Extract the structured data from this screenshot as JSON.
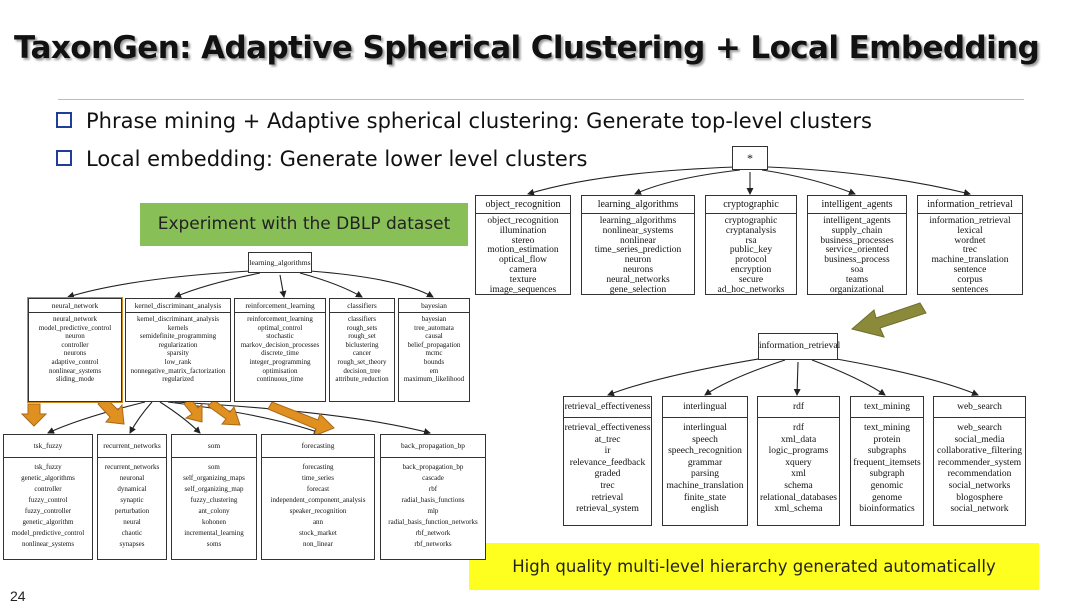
{
  "slide": {
    "title": "TaxonGen: Adaptive Spherical Clustering + Local Embedding",
    "bullets": [
      "Phrase mining + Adaptive spherical clustering: Generate top-level clusters",
      "Local embedding: Generate lower level clusters"
    ],
    "green_note": "Experiment with the DBLP dataset",
    "yellow_note": "High quality multi-level hierarchy generated automatically",
    "page_number": "24"
  },
  "colors": {
    "bullet_square": "#1f3d99",
    "green_banner": "#88c057",
    "yellow_banner": "#ffff1f",
    "arrow_orange": "#e0901f",
    "arrow_olive": "#8a8a3a"
  },
  "top_tree": {
    "root": "*",
    "children": [
      {
        "name": "object_recognition",
        "items": [
          "object_recognition",
          "illumination",
          "stereo",
          "motion_estimation",
          "optical_flow",
          "camera",
          "texture",
          "image_sequences"
        ]
      },
      {
        "name": "learning_algorithms",
        "items": [
          "learning_algorithms",
          "nonlinear_systems",
          "nonlinear",
          "time_series_prediction",
          "neuron",
          "neurons",
          "neural_networks",
          "gene_selection"
        ]
      },
      {
        "name": "cryptographic",
        "items": [
          "cryptographic",
          "cryptanalysis",
          "rsa",
          "public_key",
          "protocol",
          "encryption",
          "secure",
          "ad_hoc_networks"
        ]
      },
      {
        "name": "intelligent_agents",
        "items": [
          "intelligent_agents",
          "supply_chain",
          "business_processes",
          "service_oriented",
          "business_process",
          "soa",
          "teams",
          "organizational"
        ]
      },
      {
        "name": "information_retrieval",
        "items": [
          "information_retrieval",
          "lexical",
          "wordnet",
          "trec",
          "machine_translation",
          "sentence",
          "corpus",
          "sentences"
        ]
      }
    ]
  },
  "la_tree": {
    "root": "learning_algorithms",
    "children": [
      {
        "name": "neural_network",
        "items": [
          "neural_network",
          "model_predictive_control",
          "neuron",
          "controller",
          "neurons",
          "adaptive_control",
          "nonlinear_systems",
          "sliding_mode"
        ]
      },
      {
        "name": "kernel_discriminant_analysis",
        "items": [
          "kernel_discriminant_analysis",
          "kernels",
          "semidefinite_programming",
          "regularization",
          "sparsity",
          "low_rank",
          "nonnegative_matrix_factorization",
          "regularized"
        ]
      },
      {
        "name": "reinforcement_learning",
        "items": [
          "reinforcement_learning",
          "optimal_control",
          "stochastic",
          "markov_decision_processes",
          "discrete_time",
          "integer_programming",
          "optimisation",
          "continuous_time"
        ]
      },
      {
        "name": "classifiers",
        "items": [
          "classifiers",
          "rough_sets",
          "rough_set",
          "biclustering",
          "cancer",
          "rough_set_theory",
          "decision_tree",
          "attribute_reduction"
        ]
      },
      {
        "name": "bayesian",
        "items": [
          "bayesian",
          "tree_automata",
          "causal",
          "belief_propagation",
          "mcmc",
          "bounds",
          "em",
          "maximum_likelihood"
        ]
      }
    ],
    "grandchildren": [
      {
        "name": "tsk_fuzzy",
        "items": [
          "tsk_fuzzy",
          "genetic_algorithms",
          "controller",
          "fuzzy_control",
          "fuzzy_controller",
          "genetic_algorithm",
          "model_predictive_control",
          "nonlinear_systems"
        ]
      },
      {
        "name": "recurrent_networks",
        "items": [
          "recurrent_networks",
          "neuronal",
          "dynamical",
          "synaptic",
          "perturbation",
          "neural",
          "chaotic",
          "synapses"
        ]
      },
      {
        "name": "som",
        "items": [
          "som",
          "self_organizing_maps",
          "self_organizing_map",
          "fuzzy_clustering",
          "ant_colony",
          "kohonen",
          "incremental_learning",
          "soms"
        ]
      },
      {
        "name": "forecasting",
        "items": [
          "forecasting",
          "time_series",
          "forecast",
          "independent_component_analysis",
          "speaker_recognition",
          "ann",
          "stock_market",
          "non_linear"
        ]
      },
      {
        "name": "back_propagation_bp",
        "items": [
          "back_propagation_bp",
          "cascade",
          "rbf",
          "radial_basis_functions",
          "mlp",
          "radial_basis_function_networks",
          "rbf_network",
          "rbf_networks"
        ]
      }
    ]
  },
  "ir_tree": {
    "root": "information_retrieval",
    "children": [
      {
        "name": "retrieval_effectiveness",
        "items": [
          "retrieval_effectiveness",
          "at_trec",
          "ir",
          "relevance_feedback",
          "graded",
          "trec",
          "retrieval",
          "retrieval_system"
        ]
      },
      {
        "name": "interlingual",
        "items": [
          "interlingual",
          "speech",
          "speech_recognition",
          "grammar",
          "parsing",
          "machine_translation",
          "finite_state",
          "english"
        ]
      },
      {
        "name": "rdf",
        "items": [
          "rdf",
          "xml_data",
          "logic_programs",
          "xquery",
          "xml",
          "schema",
          "relational_databases",
          "xml_schema"
        ]
      },
      {
        "name": "text_mining",
        "items": [
          "text_mining",
          "protein",
          "subgraphs",
          "frequent_itemsets",
          "subgraph",
          "genomic",
          "genome",
          "bioinformatics"
        ]
      },
      {
        "name": "web_search",
        "items": [
          "web_search",
          "social_media",
          "collaborative_filtering",
          "recommender_system",
          "recommendation",
          "social_networks",
          "blogosphere",
          "social_network"
        ]
      }
    ]
  }
}
